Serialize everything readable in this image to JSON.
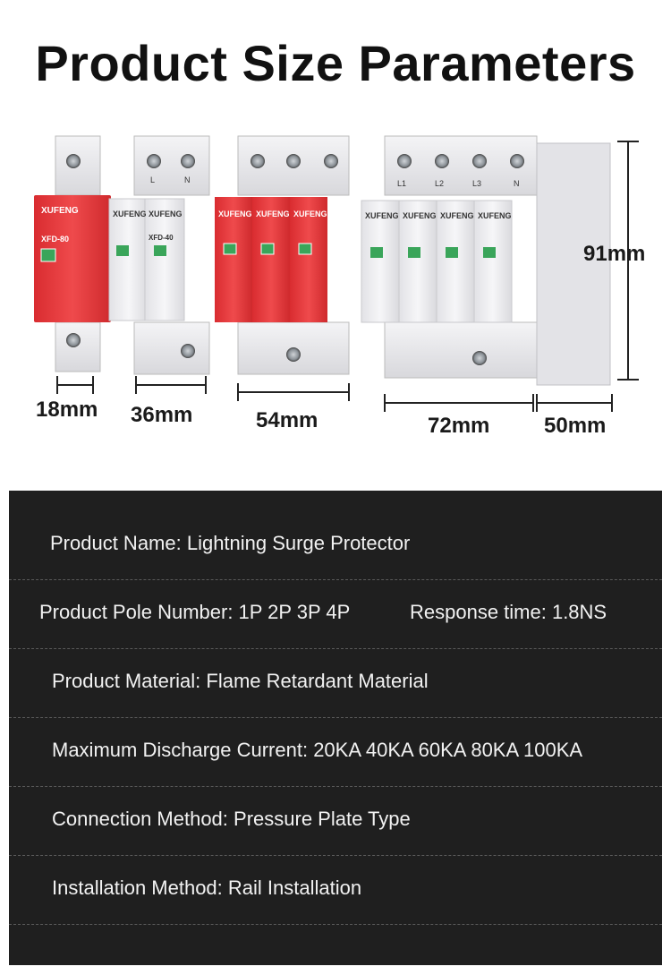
{
  "header": {
    "title": "Product Size Parameters"
  },
  "dimensions": {
    "w1": "18mm",
    "w2": "36mm",
    "w3": "54mm",
    "w4": "72mm",
    "depth": "50mm",
    "height": "91mm"
  },
  "modules": {
    "brand": "XUFENG",
    "subtitle": "Surge Protective Device",
    "model_red": "XFD-80",
    "model_white": "XFD-40",
    "terminal_l": "L",
    "terminal_n": "N",
    "terminal_l1": "L1",
    "terminal_l2": "L2",
    "terminal_l3": "L3"
  },
  "colors": {
    "red_module": "#e8383a",
    "white_module": "#e9e9ec",
    "panel_bg": "#1f1f1f"
  },
  "specs": {
    "name": "Product Name: Lightning Surge Protector",
    "pole": "Product Pole Number: 1P 2P 3P 4P",
    "response": "Response time: 1.8NS",
    "material": "Product Material: Flame Retardant Material",
    "current": "Maximum Discharge Current: 20KA 40KA 60KA 80KA 100KA",
    "connection": "Connection Method: Pressure Plate Type",
    "installation": "Installation Method: Rail Installation"
  }
}
